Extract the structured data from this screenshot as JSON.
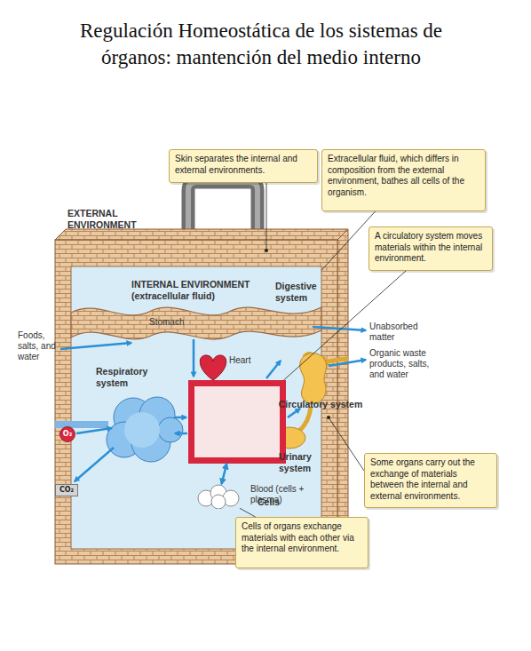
{
  "diagram": {
    "title": "Regulación Homeostática de los sistemas de órganos: mantención del medio interno",
    "nodes": [
      {
        "text": [
          "Skin separates the internal and external environments."
        ]
      },
      {
        "text": [
          "Extracellular fluid, which differs in composition from the external environment, bathes all cells of the organism."
        ]
      },
      {
        "text": [
          "A circulatory system moves materials within the internal environment."
        ]
      },
      {
        "text": [
          "INTERNAL ENVIRONMENT (extracellular fluid)"
        ]
      },
      {
        "text": [
          "Circulatory system"
        ],
        "in": 3
      },
      {
        "text": [
          "Cells"
        ],
        "in": 3
      },
      {
        "text": [
          "O₂"
        ]
      },
      {
        "text": [
          "CO₂"
        ]
      },
      {
        "text": [
          "Some organs carry out the exchange of materials between the internal and external environments."
        ]
      },
      {
        "text": [
          "Cells of organs exchange materials with each other via the internal environment."
        ]
      }
    ],
    "edges": [
      {
        "from": 1,
        "to": 3,
        "arrow": "none"
      },
      {
        "from": 2,
        "to": 4,
        "arrow": "none"
      },
      {
        "from": 4,
        "to": 5,
        "arrow": "both"
      },
      {
        "from": 9,
        "to": 5,
        "arrow": "none"
      }
    ],
    "labels": [
      "EXTERNAL ENVIRONMENT",
      "Digestive system",
      "Stomach",
      "Foods, salts, and water",
      "Respiratory system",
      "Heart",
      "Blood (cells + plasma)",
      "Urinary system",
      "Unabsorbed matter",
      "Organic waste products, salts, and water"
    ]
  }
}
